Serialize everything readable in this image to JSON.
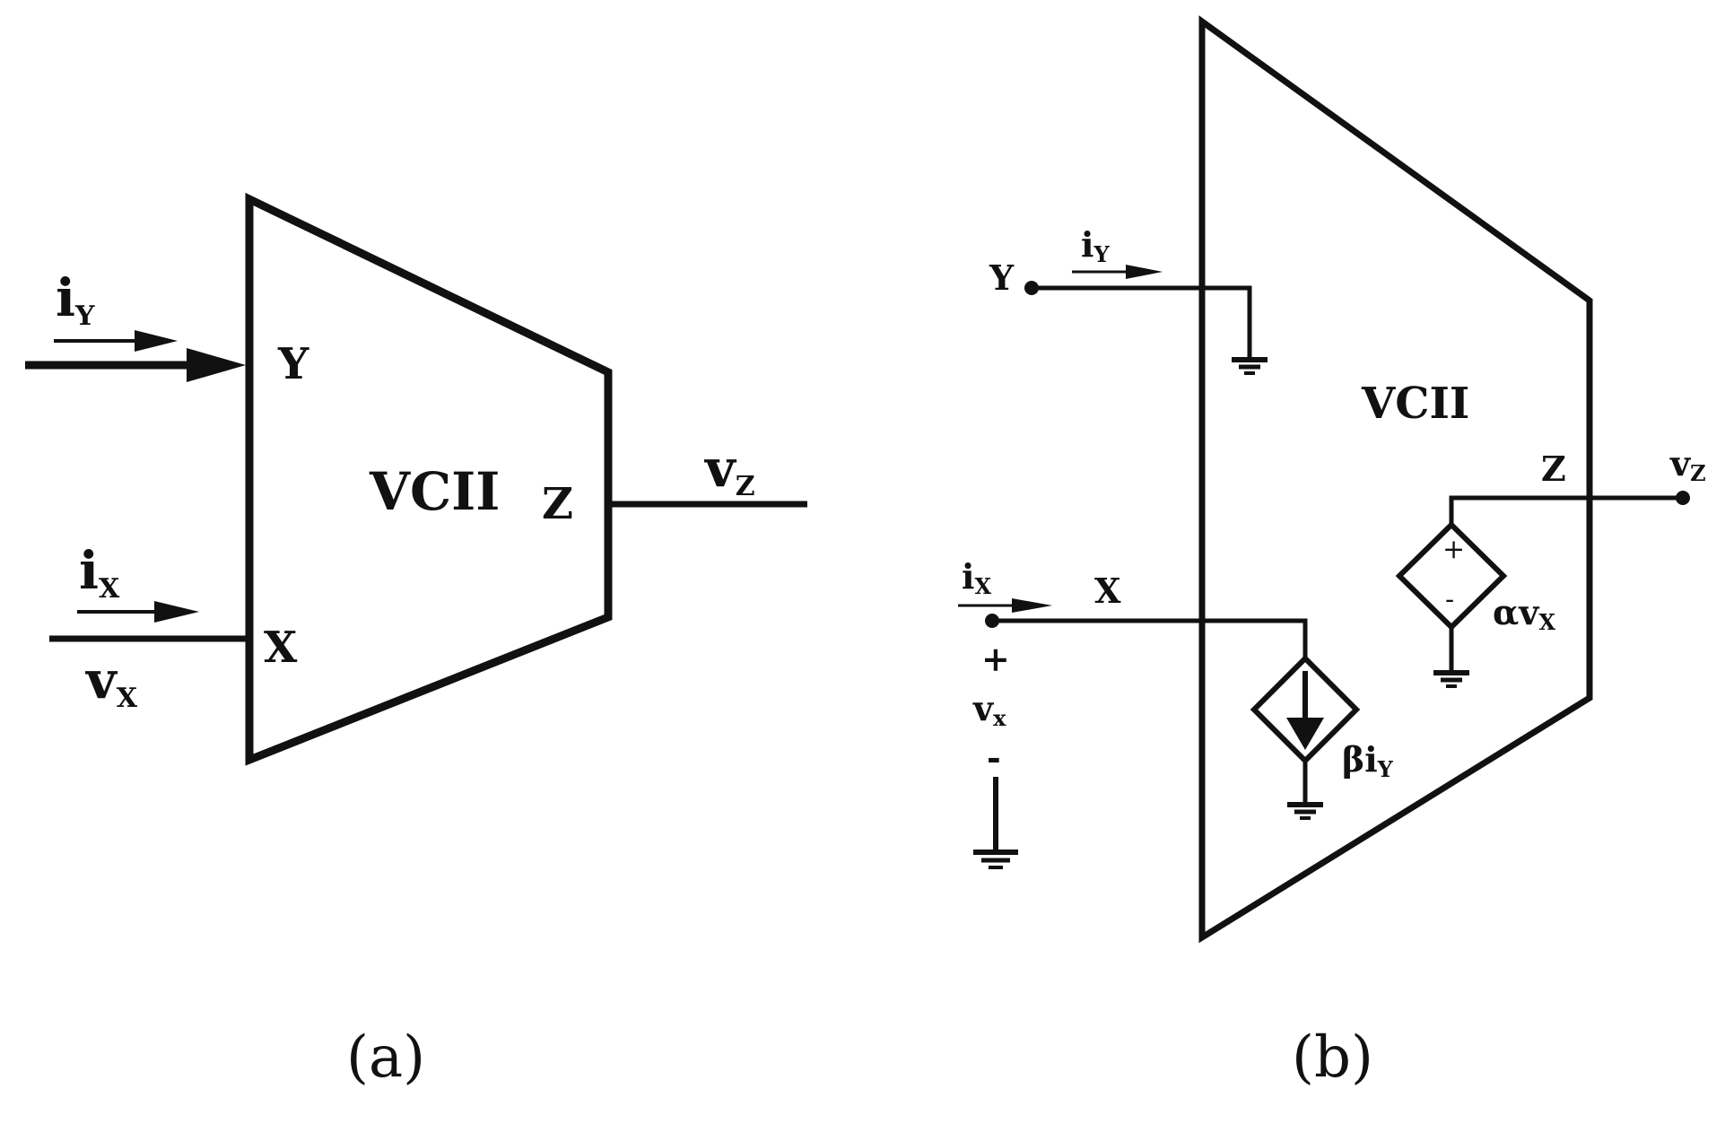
{
  "panel_a": {
    "block_label": "VCII",
    "port_y": "Y",
    "port_x": "X",
    "port_z": "Z",
    "i_y_main": "i",
    "i_y_sub": "Y",
    "i_x_main": "i",
    "i_x_sub": "X",
    "v_x_main": "v",
    "v_x_sub": "X",
    "v_z_main": "v",
    "v_z_sub": "Z",
    "caption": "(a)"
  },
  "panel_b": {
    "block_label": "VCII",
    "terminal_y": "Y",
    "terminal_x": "X",
    "terminal_z": "Z",
    "i_y_main": "i",
    "i_y_sub": "Y",
    "i_x_main": "i",
    "i_x_sub": "X",
    "v_z_main": "v",
    "v_z_sub": "Z",
    "v_x_main": "v",
    "v_x_sub": "x",
    "plus_sign": "+",
    "minus_sign": "-",
    "vsrc_plus": "+",
    "vsrc_minus": "-",
    "alpha_main": "αv",
    "alpha_sub": "X",
    "beta_main": "βi",
    "beta_sub": "Y",
    "caption": "(b)"
  }
}
